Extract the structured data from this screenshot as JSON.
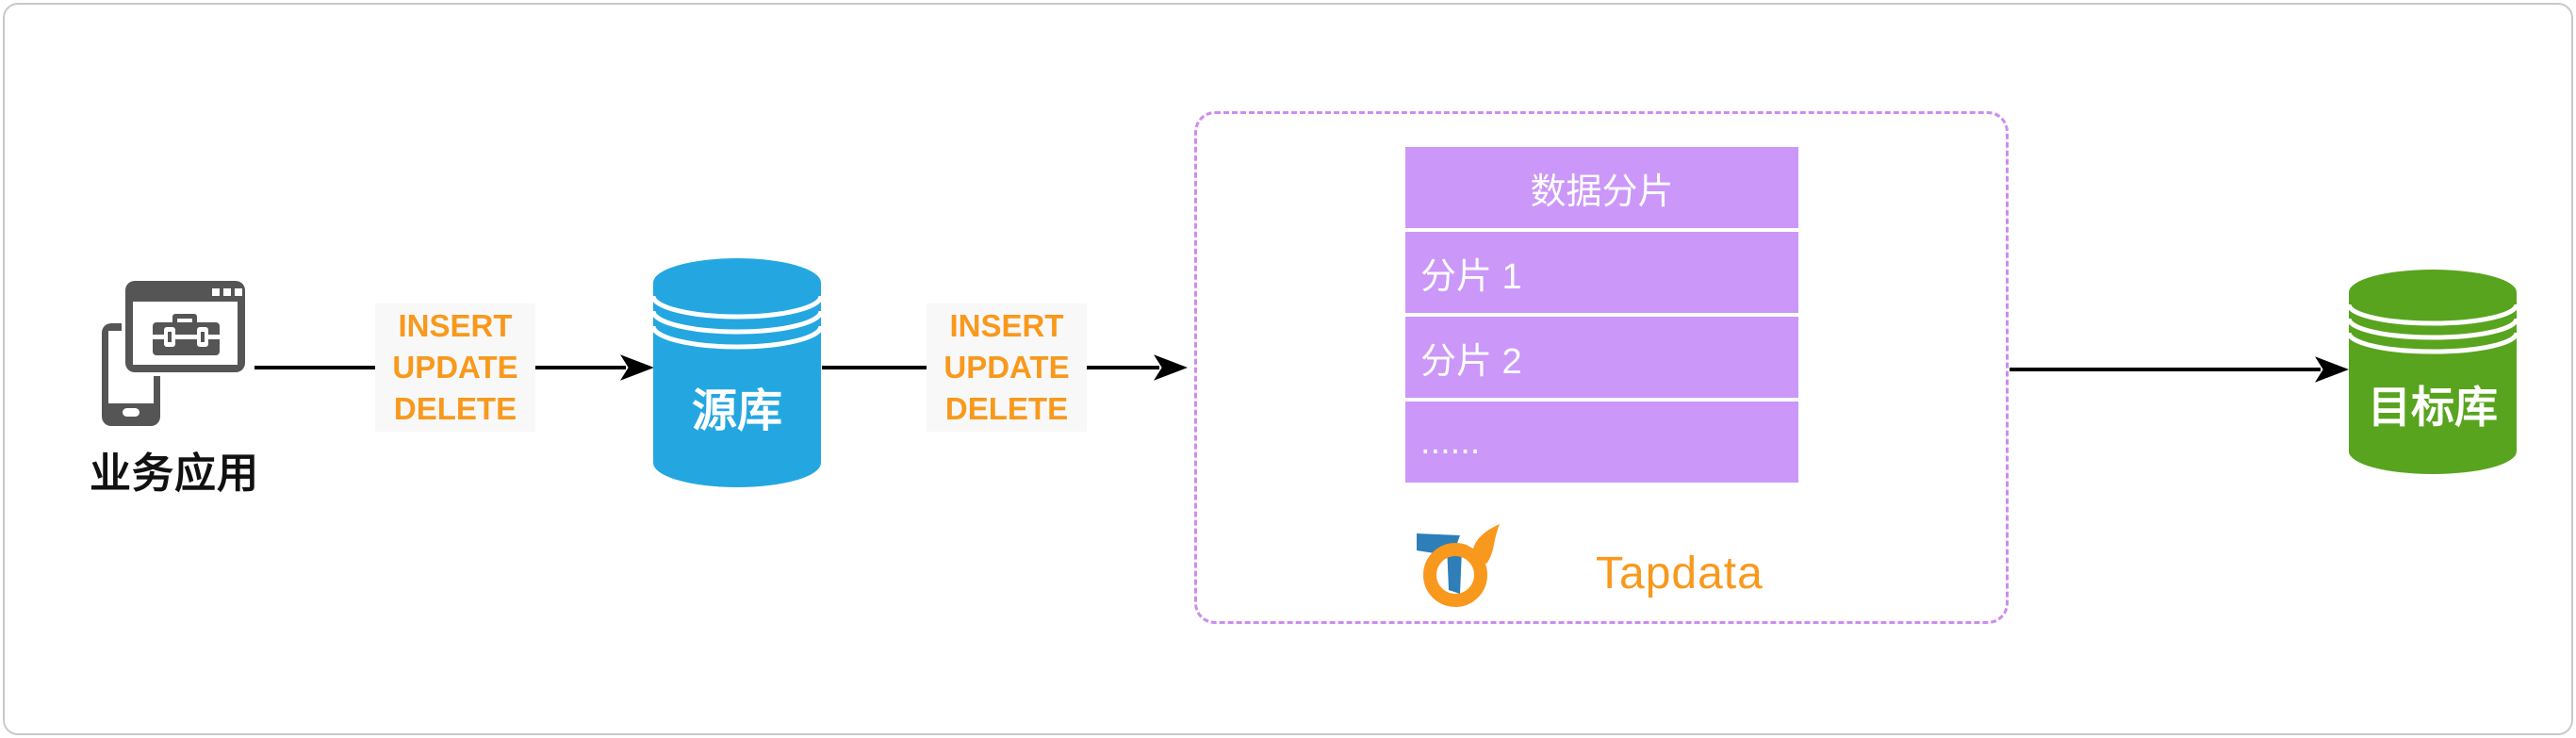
{
  "app": {
    "label": "业务应用"
  },
  "cdc_events": [
    "INSERT",
    "UPDATE",
    "DELETE"
  ],
  "source_db": {
    "label": "源库"
  },
  "target_db": {
    "label": "目标库"
  },
  "shard_table": {
    "header": "数据分片",
    "rows": [
      "分片 1",
      "分片 2",
      "......"
    ]
  },
  "brand": {
    "name": "Tapdata"
  },
  "colors": {
    "cdc_text": "#f8991d",
    "source_db_fill": "#24a7e0",
    "target_db_fill": "#58a41e",
    "shard_cell_fill": "#cb97f8",
    "dashed_border": "#cd8cf2",
    "brand_orange": "#f8991d",
    "brand_blue": "#2e7eb8",
    "arrow": "#000000",
    "app_icon_gray": "#555555"
  }
}
